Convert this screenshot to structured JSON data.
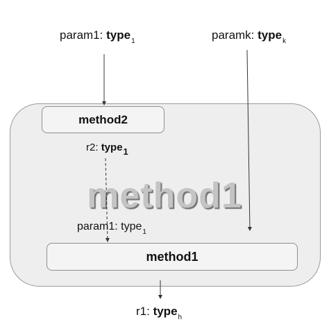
{
  "labels": {
    "param1": {
      "name": "param1: ",
      "type": "type",
      "sub": "1"
    },
    "paramk": {
      "name": "paramk: ",
      "type": "type",
      "sub": "k"
    },
    "r2": {
      "name": "r2: ",
      "type": "type",
      "sub": "1"
    },
    "inner_param1": {
      "name": "param1: ",
      "type": "type",
      "sub": "1"
    },
    "r1": {
      "name": "r1: ",
      "type": "type",
      "sub": "h"
    }
  },
  "boxes": {
    "inner_method": "method2",
    "bottom_method": "method1",
    "container_label": "method1"
  },
  "colors": {
    "container_fill": "#eeeeee",
    "box_fill": "#f4f4f4",
    "border": "#8f8f8f"
  }
}
